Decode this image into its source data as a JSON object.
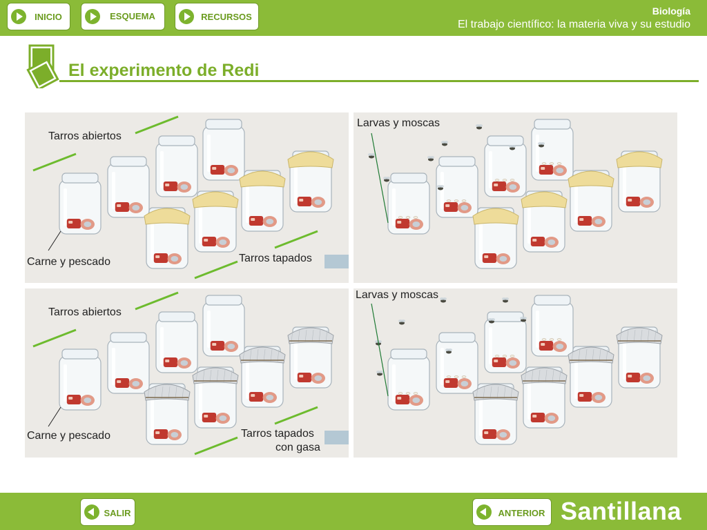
{
  "nav": {
    "inicio": "INICIO",
    "esquema": "ESQUEMA",
    "recursos": "RECURSOS"
  },
  "header": {
    "subject": "Biología",
    "subtitle": "El trabajo científico: la materia viva y su estudio"
  },
  "page": {
    "title": "El experimento de Redi"
  },
  "experiment1": {
    "open_jars": "Tarros abiertos",
    "meat_fish": "Carne y pescado",
    "covered_jars": "Tarros tapados",
    "result": "Larvas y moscas"
  },
  "experiment2": {
    "open_jars": "Tarros abiertos",
    "meat_fish": "Carne y pescado",
    "covered_line1": "Tarros tapados",
    "covered_line2": "con gasa",
    "result": "Larvas y moscas"
  },
  "footer": {
    "exit": "SALIR",
    "previous": "ANTERIOR",
    "brand": "Santillana"
  },
  "colors": {
    "green": "#8bbb38",
    "panel": "#eceae6",
    "paper_lid": "#eedc9a",
    "gauze_lid": "#d9dcdf",
    "arrow": "#b4c8d4"
  }
}
